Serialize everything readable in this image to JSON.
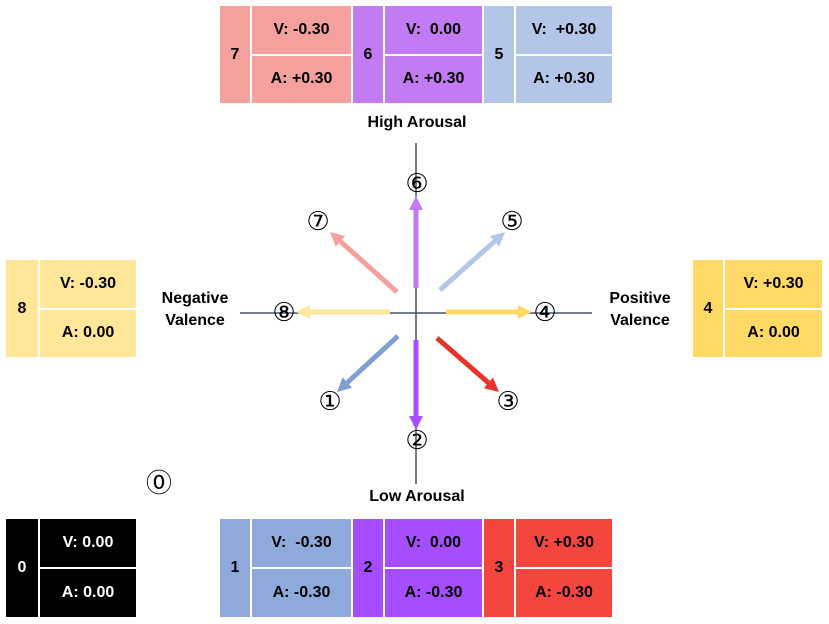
{
  "axes": {
    "high_arousal": "High Arousal",
    "low_arousal": "Low Arousal",
    "negative_valence_line1": "Negative",
    "negative_valence_line2": "Valence",
    "positive_valence_line1": "Positive",
    "positive_valence_line2": "Valence"
  },
  "markers": {
    "m0": "⓪",
    "m1": "①",
    "m2": "②",
    "m3": "③",
    "m4": "④",
    "m5": "⑤",
    "m6": "⑥",
    "m7": "⑦",
    "m8": "⑧"
  },
  "boxes": {
    "b0": {
      "id": "0",
      "v": "V: 0.00",
      "a": "A: 0.00",
      "color": "#000000"
    },
    "b1": {
      "id": "1",
      "v": "V:  -0.30",
      "a": "A: -0.30",
      "color": "#8eaadb"
    },
    "b2": {
      "id": "2",
      "v": "V:  0.00",
      "a": "A: -0.30",
      "color": "#a64dff"
    },
    "b3": {
      "id": "3",
      "v": "V: +0.30",
      "a": "A: -0.30",
      "color": "#f4453f"
    },
    "b4": {
      "id": "4",
      "v": "V: +0.30",
      "a": "A: 0.00",
      "color": "#ffd966"
    },
    "b5": {
      "id": "5",
      "v": "V:  +0.30",
      "a": "A: +0.30",
      "color": "#b4c6e7"
    },
    "b6": {
      "id": "6",
      "v": "V:  0.00",
      "a": "A: +0.30",
      "color": "#c27bf3"
    },
    "b7": {
      "id": "7",
      "v": "V: -0.30",
      "a": "A: +0.30",
      "color": "#f4a09c"
    },
    "b8": {
      "id": "8",
      "v": "V: -0.30",
      "a": "A: 0.00",
      "color": "#ffe699"
    }
  },
  "arrow_colors": {
    "a1": "#7f9fd4",
    "a2": "#a64dff",
    "a3": "#e8332b",
    "a4": "#ffd966",
    "a5": "#b4c6e7",
    "a6": "#c27bf3",
    "a7": "#f4a09c",
    "a8": "#ffe699"
  }
}
